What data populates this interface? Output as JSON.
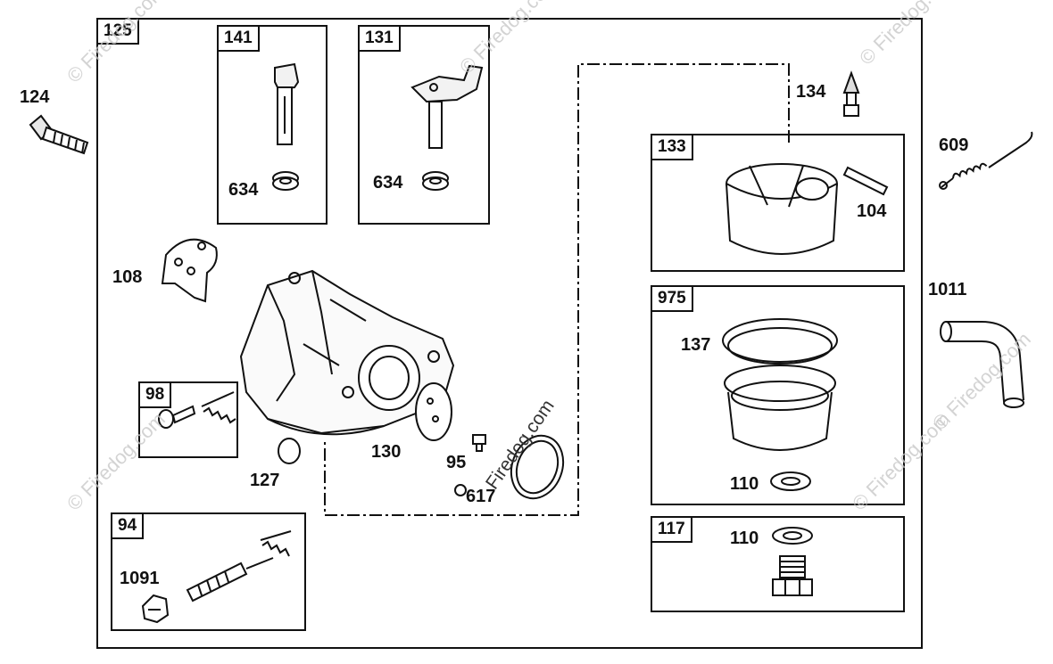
{
  "watermark": "© Firedog.com",
  "watermark_center": "Firedog.com",
  "groups": {
    "g125": "125",
    "g141": "141",
    "g131": "131",
    "g133": "133",
    "g975": "975",
    "g117": "117",
    "g98": "98",
    "g94": "94"
  },
  "labels": {
    "p124": "124",
    "p609": "609",
    "p1011": "1011",
    "p134": "134",
    "p634a": "634",
    "p634b": "634",
    "p104": "104",
    "p108": "108",
    "p137": "137",
    "p110a": "110",
    "p110b": "110",
    "p130": "130",
    "p127": "127",
    "p95": "95",
    "p617": "617",
    "p1091": "1091"
  }
}
